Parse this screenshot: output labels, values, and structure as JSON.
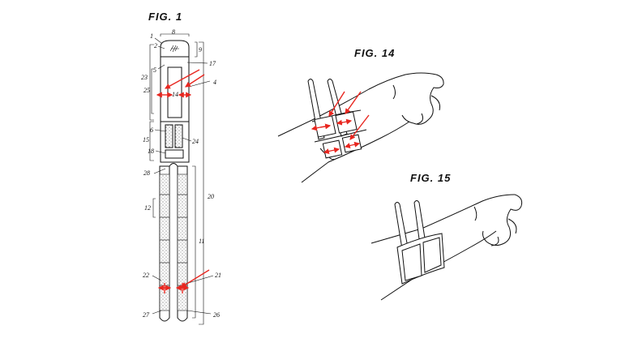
{
  "figures": {
    "fig1": {
      "title": "FIG. 1",
      "refs": {
        "r1": "1",
        "r2": "2",
        "r8": "8",
        "r9": "9",
        "r5": "5",
        "r17": "17",
        "r4": "4",
        "r23": "23",
        "r25": "25",
        "r14": "14",
        "r6": "6",
        "r24": "24",
        "r15": "15",
        "r18": "18",
        "r28": "28",
        "r20": "20",
        "r12": "12",
        "r11": "11",
        "r22": "22",
        "r21": "21",
        "r27": "27",
        "r26": "26"
      }
    },
    "fig14": {
      "title": "FIG. 14"
    },
    "fig15": {
      "title": "FIG. 15"
    }
  },
  "colors": {
    "ink": "#111111",
    "annotation": "#e8261f",
    "background": "#ffffff"
  }
}
